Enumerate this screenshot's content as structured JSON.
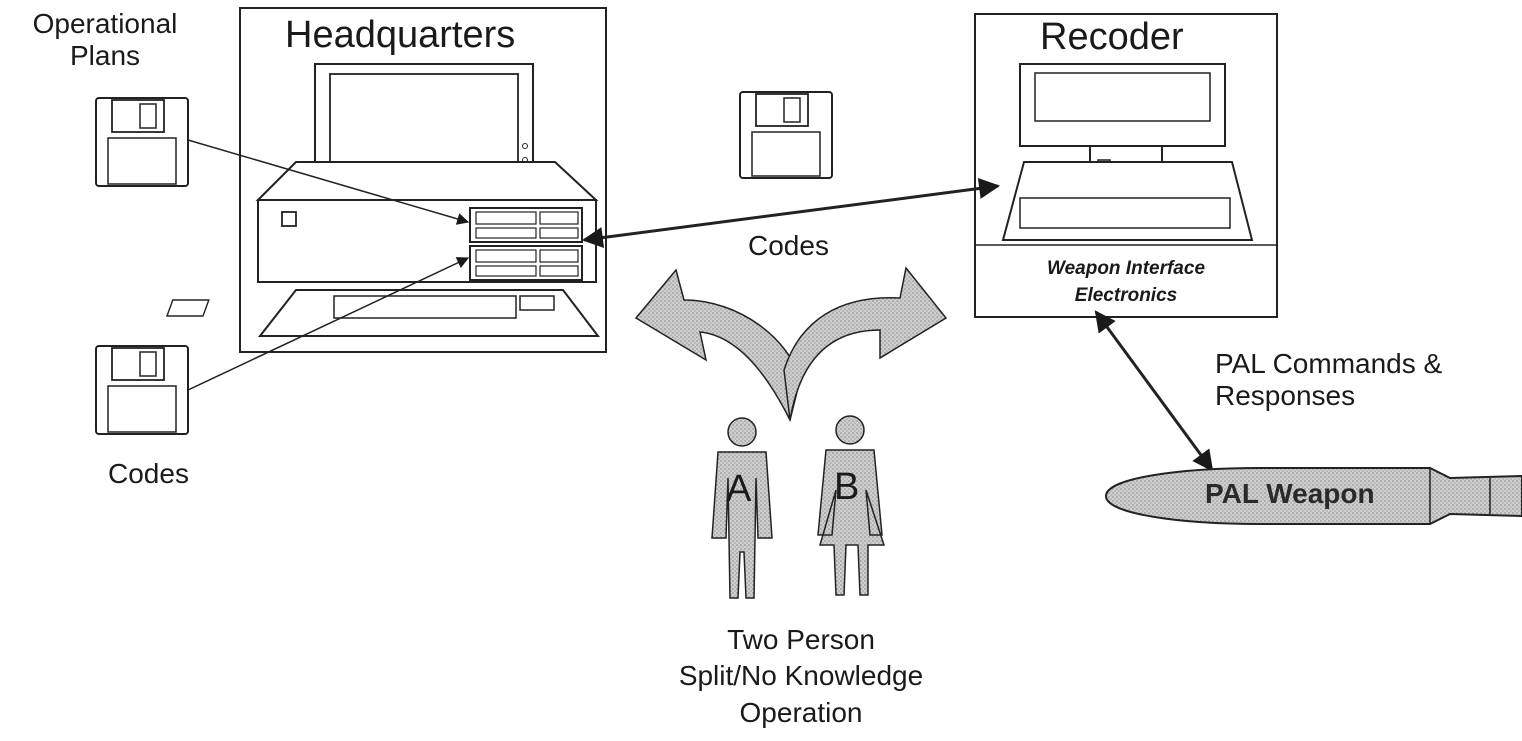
{
  "headquarters": {
    "title": "Headquarters"
  },
  "recoder": {
    "title": "Recoder",
    "interface_line1": "Weapon Interface",
    "interface_line2": "Electronics"
  },
  "disks": {
    "operational_plans_line1": "Operational",
    "operational_plans_line2": "Plans",
    "codes_label": "Codes"
  },
  "transfer": {
    "codes_label": "Codes"
  },
  "people": {
    "person_a": "A",
    "person_b": "B",
    "caption_line1": "Two Person",
    "caption_line2": "Split/No Knowledge",
    "caption_line3": "Operation"
  },
  "weapon": {
    "commands_line1": "PAL Commands &",
    "commands_line2": "Responses",
    "label": "PAL Weapon"
  }
}
